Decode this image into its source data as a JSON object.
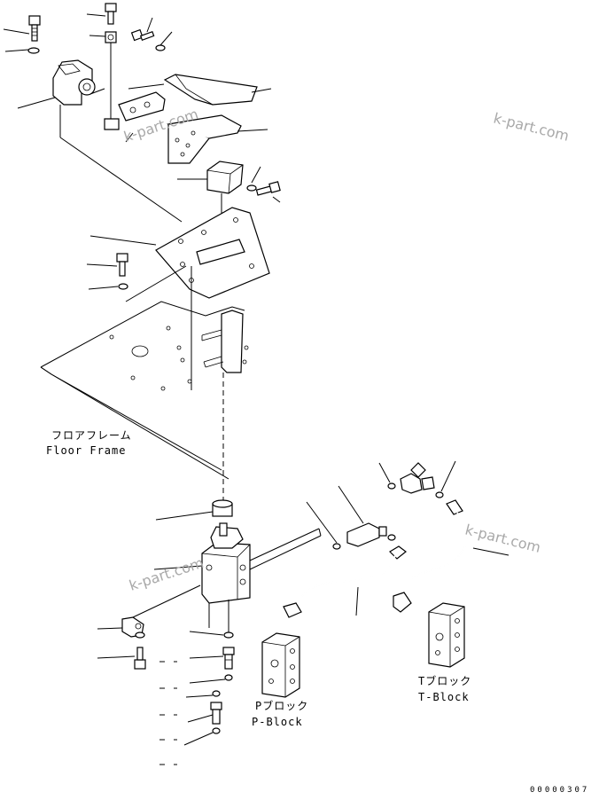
{
  "labels": {
    "floor_frame_jp": "フロアフレーム",
    "floor_frame_en": "Floor Frame",
    "p_block_jp": "Pブロック",
    "p_block_en": "P-Block",
    "t_block_jp": "Tブロック",
    "t_block_en": "T-Block"
  },
  "watermarks": [
    "k-part.com",
    "k-part.com",
    "k-part.com",
    "k-part.com"
  ],
  "drawing_code": "00000307"
}
